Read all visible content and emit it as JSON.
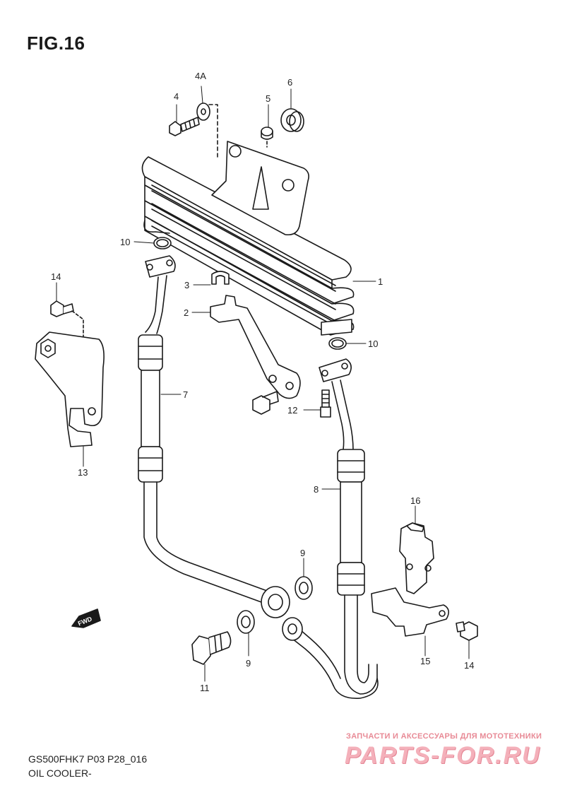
{
  "figure": {
    "title": "FIG.16"
  },
  "callouts": {
    "c1": "1",
    "c2": "2",
    "c3": "3",
    "c4": "4",
    "c4a": "4A",
    "c5": "5",
    "c6": "6",
    "c7": "7",
    "c8": "8",
    "c9a": "9",
    "c9b": "9",
    "c10a": "10",
    "c10b": "10",
    "c11": "11",
    "c12": "12",
    "c13": "13",
    "c14a": "14",
    "c14b": "14",
    "c15": "15",
    "c16": "16"
  },
  "fwd_marker": "FWD",
  "footer": {
    "model_code": "GS500FHK7 P03 P28_016",
    "section_name": "OIL COOLER-"
  },
  "watermark": {
    "tagline": "ЗАПЧАСТИ И АКСЕССУАРЫ ДЛЯ МОТОТЕХНИКИ",
    "site": "PARTS-FOR.RU"
  },
  "colors": {
    "line": "#1a1a1a",
    "watermark": "#f4b0ba",
    "background": "#ffffff"
  }
}
